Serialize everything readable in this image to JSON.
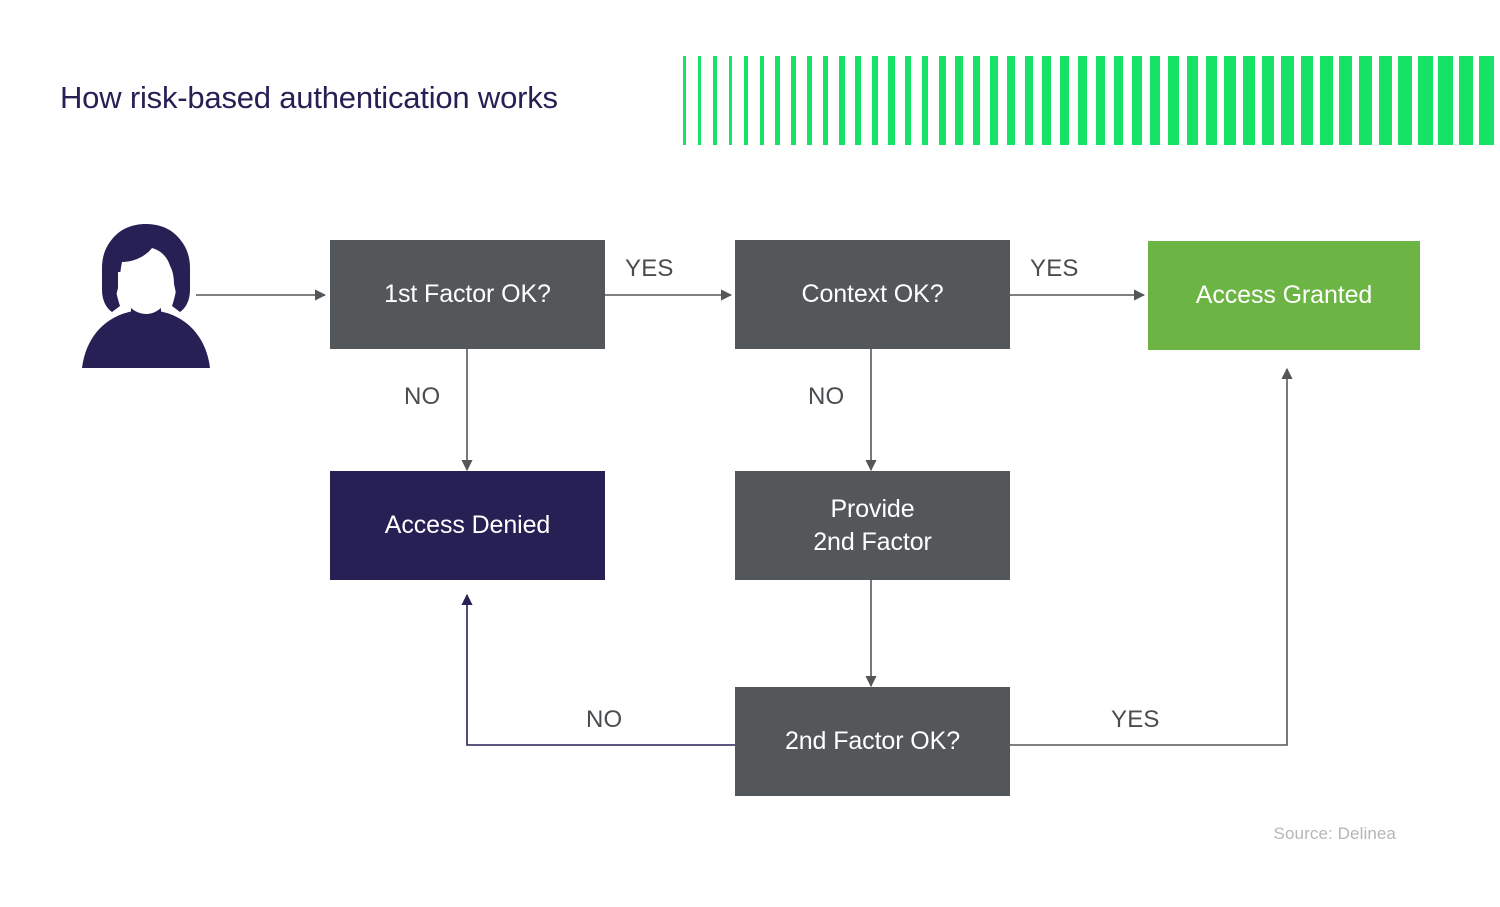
{
  "header": {
    "title": "How risk-based authentication works",
    "title_color": "#272055",
    "accent_color": "#16e365",
    "decorative_bar_count": 46
  },
  "diagram": {
    "type": "flowchart",
    "actor": {
      "icon": "person-avatar-icon",
      "color": "#272055"
    },
    "nodes": [
      {
        "id": "first_factor",
        "label": "1st Factor OK?",
        "style": "gray",
        "color": "#54575a"
      },
      {
        "id": "context",
        "label": "Context OK?",
        "style": "gray",
        "color": "#54575a"
      },
      {
        "id": "access_granted",
        "label": "Access Granted",
        "style": "green",
        "color": "#6cb443"
      },
      {
        "id": "access_denied",
        "label": "Access Denied",
        "style": "navy",
        "color": "#272055"
      },
      {
        "id": "provide_second",
        "label_line1": "Provide",
        "label_line2": "2nd Factor",
        "style": "gray",
        "color": "#54575a"
      },
      {
        "id": "second_factor",
        "label": "2nd Factor OK?",
        "style": "gray",
        "color": "#54575a"
      }
    ],
    "edges": [
      {
        "from": "actor",
        "to": "first_factor",
        "label": ""
      },
      {
        "from": "first_factor",
        "to": "context",
        "label": "YES"
      },
      {
        "from": "first_factor",
        "to": "access_denied",
        "label": "NO"
      },
      {
        "from": "context",
        "to": "access_granted",
        "label": "YES"
      },
      {
        "from": "context",
        "to": "provide_second",
        "label": "NO"
      },
      {
        "from": "provide_second",
        "to": "second_factor",
        "label": ""
      },
      {
        "from": "second_factor",
        "to": "access_denied",
        "label": "NO"
      },
      {
        "from": "second_factor",
        "to": "access_granted",
        "label": "YES"
      }
    ],
    "edge_labels": {
      "yes_1": "YES",
      "yes_2": "YES",
      "yes_3": "YES",
      "no_1": "NO",
      "no_2": "NO",
      "no_3": "NO"
    }
  },
  "footer": {
    "source": "Source: Delinea"
  }
}
